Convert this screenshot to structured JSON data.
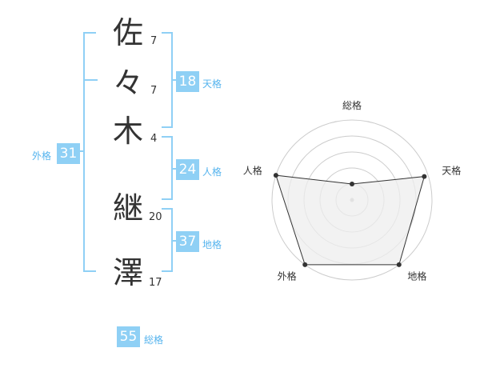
{
  "name": {
    "characters": [
      {
        "char": "佐",
        "strokes": "7"
      },
      {
        "char": "々",
        "strokes": "7"
      },
      {
        "char": "木",
        "strokes": "4"
      },
      {
        "char": "継",
        "strokes": "20"
      },
      {
        "char": "澤",
        "strokes": "17"
      }
    ]
  },
  "fortunes": {
    "tenkaku": {
      "value": "18",
      "label": "天格"
    },
    "jinkaku": {
      "value": "24",
      "label": "人格"
    },
    "chikaku": {
      "value": "37",
      "label": "地格"
    },
    "gaikaku": {
      "value": "31",
      "label": "外格"
    },
    "soukaku": {
      "value": "55",
      "label": "総格"
    }
  },
  "colors": {
    "badge": "#8fd0f5",
    "label": "#56b4ee",
    "text": "#333333",
    "grid": "#cccccc",
    "fill": "#eeeeee"
  },
  "chart_data": {
    "type": "radar",
    "axes": [
      "総格",
      "天格",
      "地格",
      "外格",
      "人格"
    ],
    "values": [
      0.2,
      0.95,
      1.0,
      1.0,
      1.0
    ],
    "rings": 5,
    "range": [
      0,
      1
    ]
  }
}
